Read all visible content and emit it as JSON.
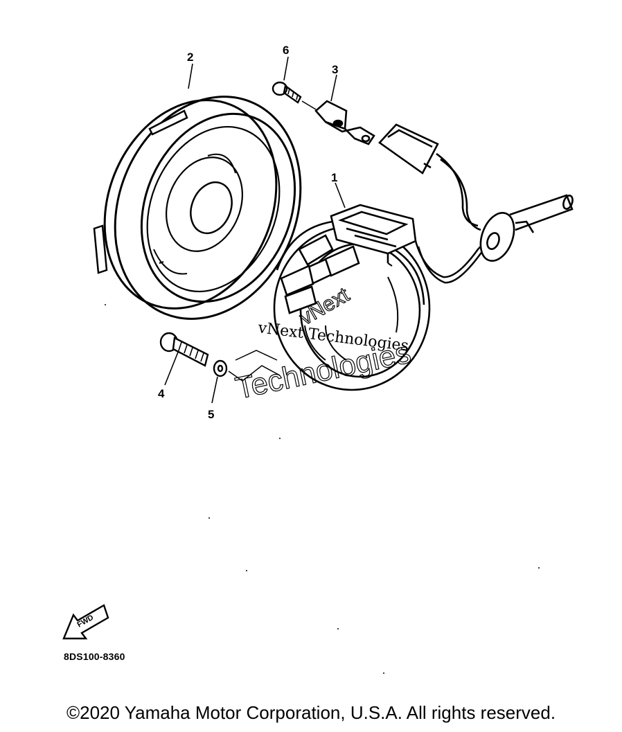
{
  "callouts": {
    "c1": "1",
    "c2": "2",
    "c3": "3",
    "c4": "4",
    "c5": "5",
    "c6": "6"
  },
  "fwd_label": "FWD",
  "watermark": {
    "line1": "vNext Technologies",
    "line2": "Technologies",
    "line3": "vNext"
  },
  "part_code": "8DS100-8360",
  "copyright": "©2020 Yamaha Motor Corporation, U.S.A. All rights reserved."
}
